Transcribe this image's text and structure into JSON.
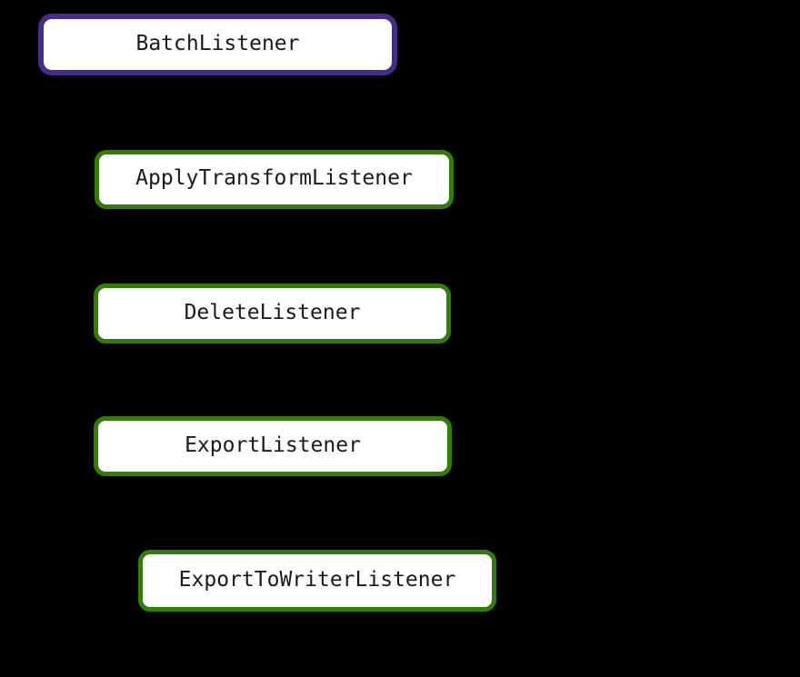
{
  "diagram": {
    "background_color": "#000000",
    "node_fill_color": "#ffffff",
    "text_color": "#1a1a1a",
    "base_border_color": "#472c87",
    "subclass_border_color": "#317d08",
    "nodes": [
      {
        "label": "BatchListener",
        "border_color": "#472c87"
      },
      {
        "label": "ApplyTransformListener",
        "border_color": "#317d08"
      },
      {
        "label": "DeleteListener",
        "border_color": "#317d08"
      },
      {
        "label": "ExportListener",
        "border_color": "#317d08"
      },
      {
        "label": "ExportToWriterListener",
        "border_color": "#317d08"
      }
    ]
  }
}
